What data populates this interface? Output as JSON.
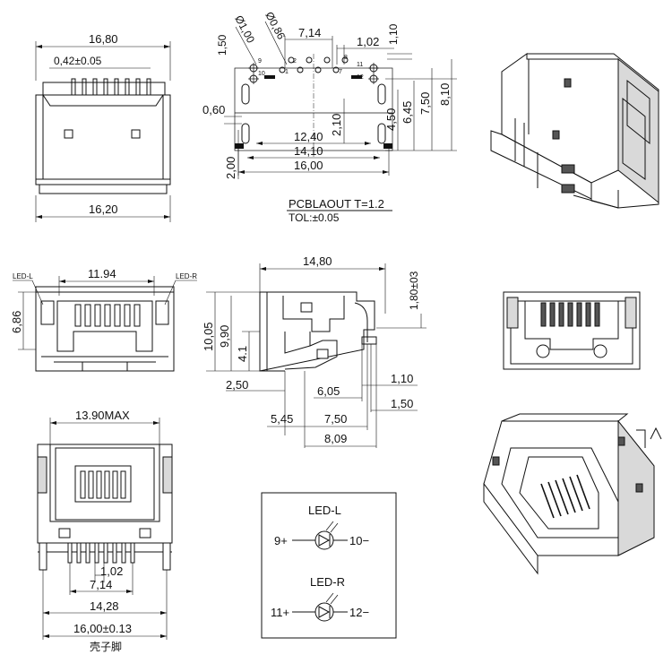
{
  "top_view": {
    "width_top": "16,80",
    "pin_width": "0,42±0.05",
    "width_bottom": "16,20"
  },
  "pcb_layout": {
    "d150": "1,50",
    "hole_small": "Ø1,00",
    "hole_large": "Ø0,86",
    "d714": "7,14",
    "d102": "1,02",
    "d110": "1,10",
    "d060": "0,60",
    "d210": "2,10",
    "d1240": "12,40",
    "d1410": "14,10",
    "d1600": "16,00",
    "d200": "2,00",
    "d450": "4,50",
    "d645": "6,45",
    "d750": "7,50",
    "d810": "8,10",
    "pin_9": "9",
    "pin_10": "10",
    "pin_1": "1",
    "pin_2": "2",
    "pin_7": "7",
    "pin_8": "8",
    "pin_11": "11",
    "pin_12": "12",
    "title": "PCBLAOUT T=1.2",
    "tol": "TOL:±0.05"
  },
  "front_view": {
    "led_l": "LED-L",
    "led_r": "LED-R",
    "width": "11.94",
    "height": "6,86"
  },
  "side_view": {
    "length": "14,80",
    "d180": "1,80±03",
    "h1005": "10,05",
    "h990": "9,90",
    "h41": "4.1",
    "d250": "2,50",
    "d605": "6,05",
    "d110": "1,10",
    "d150": "1,50",
    "d545": "5,45",
    "d750": "7,50",
    "d809": "8,09"
  },
  "bottom_view": {
    "width_max": "13.90MAX",
    "d102": "1,02",
    "d714": "7,14",
    "d1428": "14,28",
    "d1600": "16,00±0.13",
    "shell_pins": "壳子脚"
  },
  "led_schematic": {
    "led_l": "LED-L",
    "led_r": "LED-R",
    "p9": "9+",
    "p10": "10−",
    "p11": "11+",
    "p12": "12−"
  },
  "colors": {
    "line": "#111111",
    "background": "#ffffff",
    "fill_gray": "#d9d9d9"
  }
}
